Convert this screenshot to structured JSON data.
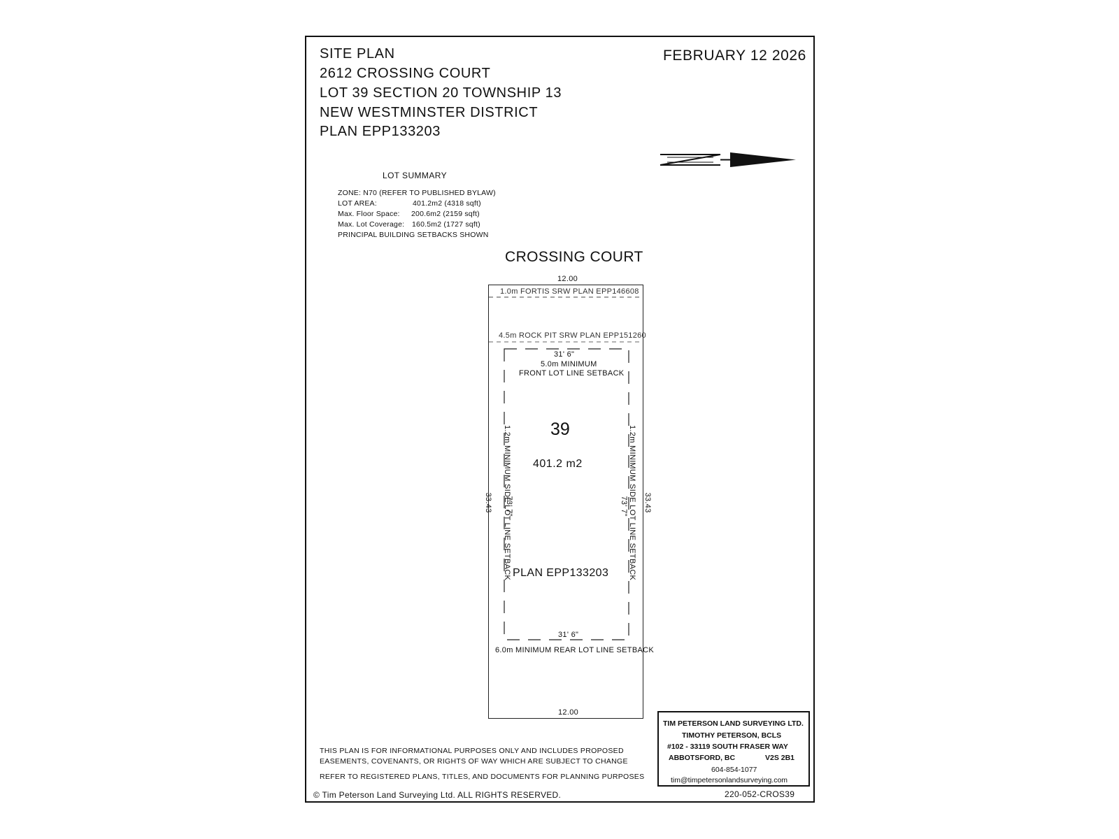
{
  "header": {
    "title_lines": [
      "SITE PLAN",
      "2612 CROSSING COURT",
      "LOT 39 SECTION 20 TOWNSHIP 13",
      "NEW WESTMINSTER DISTRICT",
      "PLAN EPP133203"
    ],
    "date": "FEBRUARY 12 2026"
  },
  "north_arrow": {
    "icon": "north-arrow-icon",
    "label": "N"
  },
  "lot_summary": {
    "heading": "LOT SUMMARY",
    "zone": "ZONE: N70 (REFER TO PUBLISHED BYLAW)",
    "lot_area_label": "LOT AREA:",
    "lot_area_value": "401.2m2 (4318 sqft)",
    "floor_space_label": "Max. Floor Space:",
    "floor_space_value": "200.6m2 (2159 sqft)",
    "coverage_label": "Max. Lot Coverage:",
    "coverage_value": "160.5m2 (1727 sqft)",
    "setbacks_note": "PRINCIPAL BUILDING SETBACKS SHOWN"
  },
  "plan": {
    "street_name": "CROSSING COURT",
    "front_dimension": "12.00",
    "rear_dimension": "12.00",
    "left_dimension": "33.43",
    "right_dimension": "33.43",
    "fortis_srw": "1.0m FORTIS SRW PLAN EPP146608",
    "rock_pit_srw": "4.5m ROCK PIT SRW PLAN EPP151260",
    "front_setback_width": "31' 6\"",
    "front_setback_line1": "5.0m MINIMUM",
    "front_setback_line2": "FRONT LOT LINE SETBACK",
    "lot_number": "39",
    "lot_area": "401.2 m2",
    "left_side_setback": "1.2m MINIMUM SIDE LOT LINE SETBACK",
    "right_side_setback": "1.2m MINIMUM SIDE LOT LINE SETBACK",
    "left_setback_length": "73' 7\"",
    "right_setback_length": "73' 7\"",
    "plan_label": "PLAN EPP133203",
    "rear_setback_width": "31' 6\"",
    "rear_setback": "6.0m MINIMUM REAR LOT LINE SETBACK"
  },
  "notes": {
    "line1": "THIS PLAN IS FOR INFORMATIONAL PURPOSES ONLY AND INCLUDES PROPOSED",
    "line2": "EASEMENTS, COVENANTS, OR RIGHTS OF WAY WHICH ARE SUBJECT TO CHANGE",
    "line3": "REFER TO REGISTERED PLANS, TITLES, AND DOCUMENTS FOR PLANNING PURPOSES"
  },
  "footer": {
    "copyright": "© Tim Peterson Land Surveying Ltd.  ALL RIGHTS RESERVED.",
    "job_number": "220-052-CROS39"
  },
  "title_block": {
    "company": "TIM PETERSON LAND SURVEYING LTD.",
    "surveyor": "TIMOTHY PETERSON, BCLS",
    "address1": "#102 - 33119 SOUTH FRASER WAY",
    "city": "ABBOTSFORD, BC",
    "postal": "V2S 2B1",
    "phone": "604-854-1077",
    "email": "tim@timpetersonlandsurveying.com"
  }
}
